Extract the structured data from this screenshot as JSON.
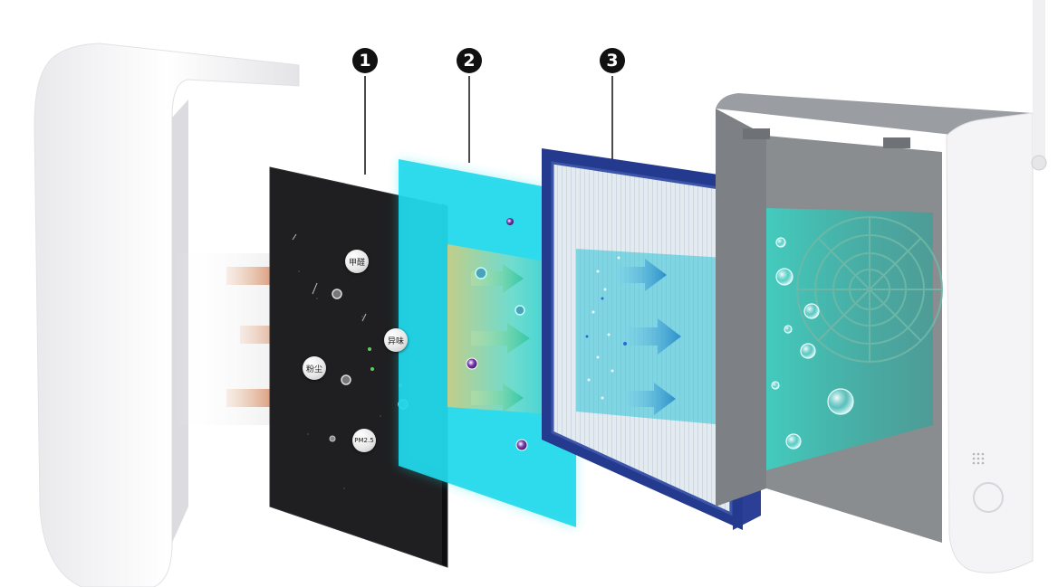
{
  "callouts": {
    "one": "1",
    "two": "2",
    "three": "3"
  },
  "pollutants": {
    "formaldehyde": "甲醛",
    "odor": "异味",
    "dust": "粉尘",
    "pm25": "PM2.5"
  },
  "colors": {
    "carbon_filter": "#1d1d1f",
    "antibacterial_film": "#22e0ee",
    "hepa_frame": "#2a3f9a",
    "airflow_in": "#c9602a",
    "airflow_clean": "#2fb7c9",
    "housing": "#f4f4f6",
    "interior_grey": "#8a8d90"
  }
}
